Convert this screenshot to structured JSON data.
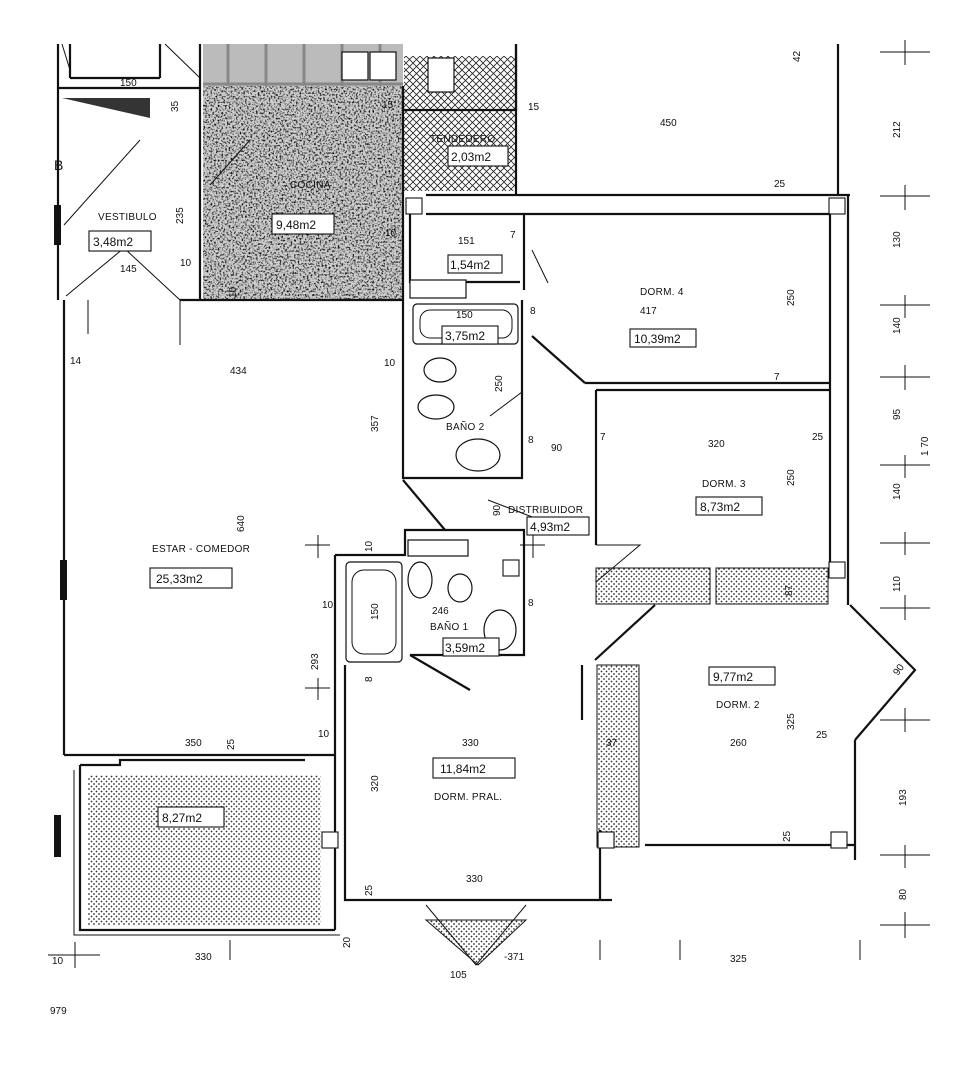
{
  "rooms": {
    "vestibulo": {
      "name": "VESTIBULO",
      "area": "3,48m2"
    },
    "cocina": {
      "name": "COCINA",
      "area": "9,48m2"
    },
    "tendedero": {
      "name": "TENDEDERO",
      "area": "2,03m2"
    },
    "aseo": {
      "area": "1,54m2"
    },
    "bano2_tub": {
      "area": "3,75m2"
    },
    "bano2": {
      "name": "BAÑO 2"
    },
    "dorm4": {
      "name": "DORM. 4",
      "area": "10,39m2"
    },
    "dorm3": {
      "name": "DORM. 3",
      "area": "8,73m2"
    },
    "distribuidor": {
      "name": "DISTRIBUIDOR",
      "area": "4,93m2"
    },
    "estar": {
      "name": "ESTAR - COMEDOR",
      "area": "25,33m2"
    },
    "bano1": {
      "name": "BAÑO 1",
      "area": "3,59m2"
    },
    "dorm2": {
      "name": "DORM. 2",
      "area": "9,77m2"
    },
    "terraza": {
      "area": "8,27m2"
    },
    "dorm_pral": {
      "name": "DORM. PRAL.",
      "area": "11,84m2"
    }
  },
  "markers": {
    "b": "B"
  },
  "dimensions": {
    "d150_top": "150",
    "d35": "35",
    "d15_a": "15",
    "d15_b": "15",
    "d450": "450",
    "d42": "42",
    "d212": "212",
    "d235": "235",
    "d145": "145",
    "d10_vest": "10",
    "d10_coc": "10",
    "d10_coc2": "10",
    "d151": "151",
    "d7_a": "7",
    "d25_top": "25",
    "d130": "130",
    "d417": "417",
    "d250_d4": "250",
    "d140_a": "140",
    "d150_bath": "150",
    "d8_a": "8",
    "d14": "14",
    "d434": "434",
    "d10_b2": "10",
    "d250_b2": "250",
    "d7_b": "7",
    "d95": "95",
    "d170": "1 70",
    "d357": "357",
    "d8_b": "8",
    "d90": "90",
    "d7_c": "7",
    "d320_d3": "320",
    "d25_d3": "25",
    "d250_d3": "250",
    "d140_b": "140",
    "d90_dist": "90",
    "d640": "640",
    "d10_b1": "10",
    "d87": "87",
    "d110": "110",
    "d10_tub": "10",
    "d150_tub": "150",
    "d246": "246",
    "d8_c": "8",
    "d293": "293",
    "d8_d": "8",
    "d90_bay": "90",
    "d325_d2": "325",
    "d260": "260",
    "d25_d2": "25",
    "d10_est": "10",
    "d350": "350",
    "d25_est": "25",
    "d330_pral": "330",
    "d37": "37",
    "d193": "193",
    "d320_pral": "320",
    "d25_d2b": "25",
    "d25_pral": "25",
    "d330_pral_b": "330",
    "d80": "80",
    "d10_bottom": "10",
    "d330_terr": "330",
    "d20": "20",
    "d105": "105",
    "d371": "-371",
    "d325_bottom": "325",
    "d979": "979"
  },
  "colors": {
    "line": "#111111",
    "background": "#ffffff",
    "hatch": "#1a1a1a"
  },
  "icons": [
    "stair-icon",
    "door-swing-icon",
    "bathtub-icon",
    "toilet-icon",
    "sink-icon",
    "column-icon"
  ]
}
